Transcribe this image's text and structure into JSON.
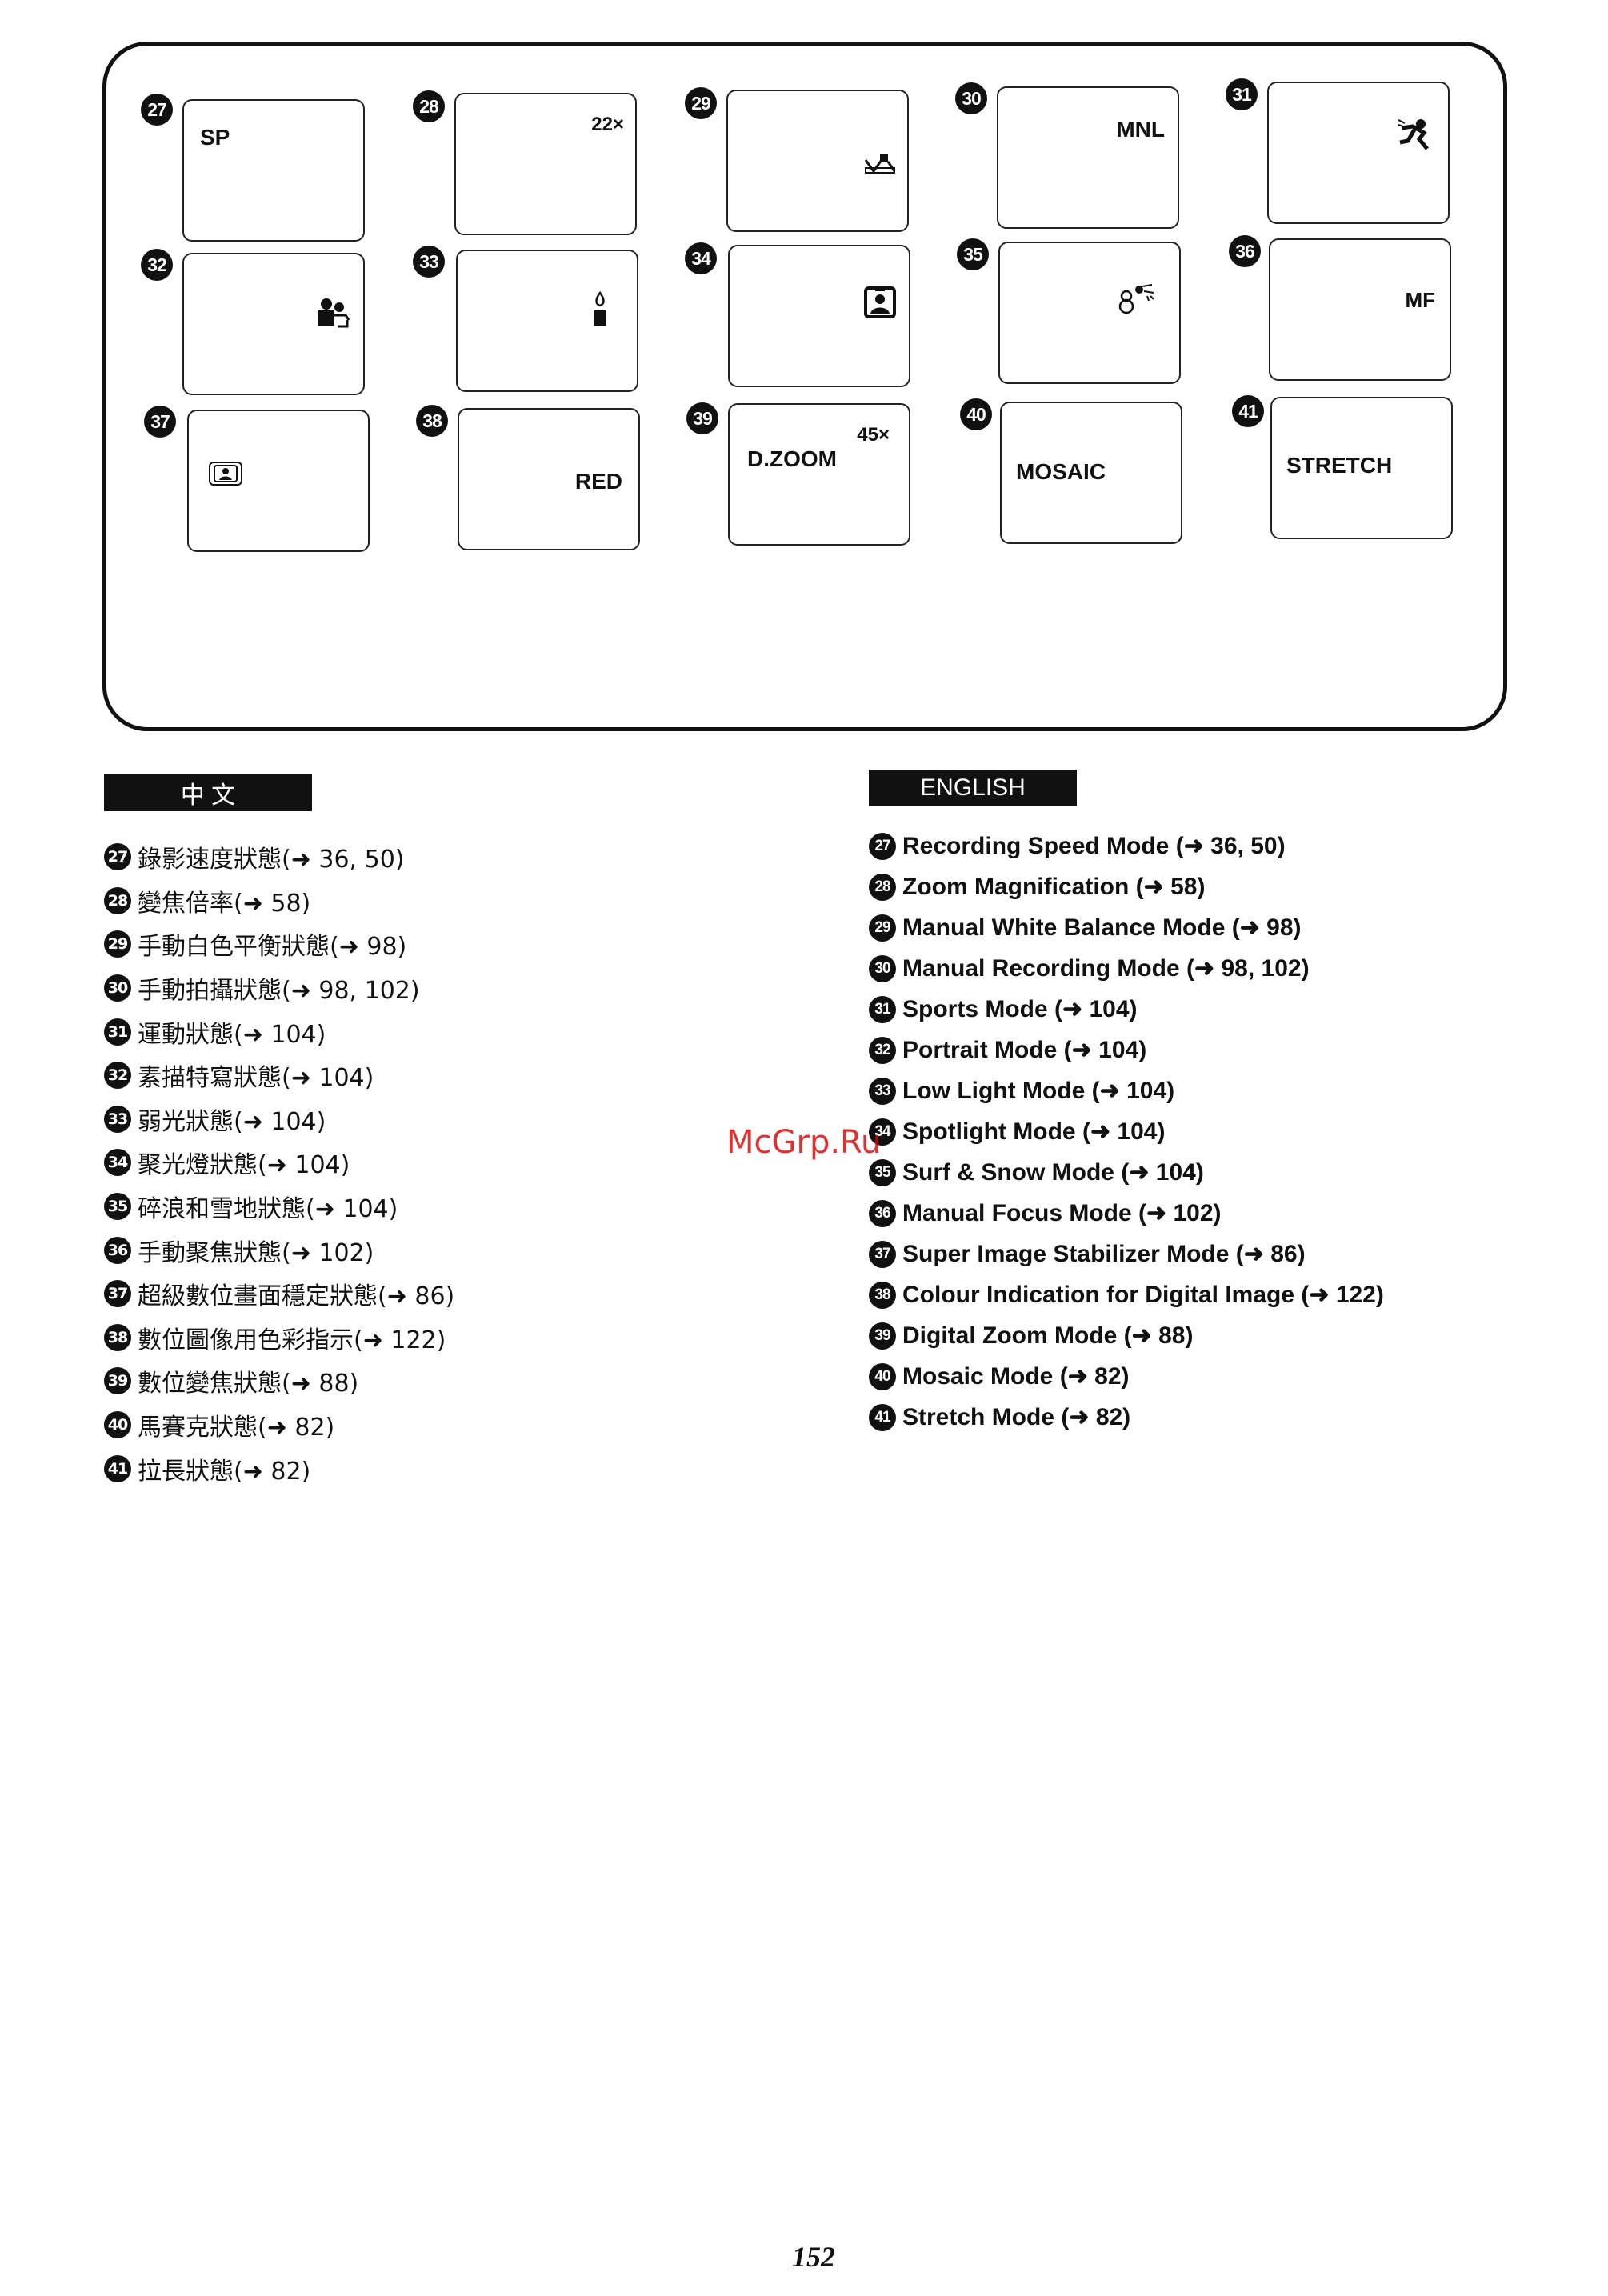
{
  "displays": [
    {
      "num": "27",
      "label": "SP",
      "icon": ""
    },
    {
      "num": "28",
      "label": "22×",
      "icon": ""
    },
    {
      "num": "29",
      "label": "",
      "icon": "white-balance-icon"
    },
    {
      "num": "30",
      "label": "MNL",
      "icon": ""
    },
    {
      "num": "31",
      "label": "",
      "icon": "sports-runner-icon"
    },
    {
      "num": "32",
      "label": "",
      "icon": "portrait-icon"
    },
    {
      "num": "33",
      "label": "",
      "icon": "candle-icon"
    },
    {
      "num": "34",
      "label": "",
      "icon": "spotlight-icon"
    },
    {
      "num": "35",
      "label": "",
      "icon": "surf-snow-icon"
    },
    {
      "num": "36",
      "label": "MF",
      "icon": ""
    },
    {
      "num": "37",
      "label": "",
      "icon": "stabilizer-icon"
    },
    {
      "num": "38",
      "label": "RED",
      "icon": ""
    },
    {
      "num": "39",
      "label": "D.ZOOM",
      "label2": "45×",
      "icon": ""
    },
    {
      "num": "40",
      "label": "MOSAIC",
      "icon": ""
    },
    {
      "num": "41",
      "label": "STRETCH",
      "icon": ""
    }
  ],
  "chinese": {
    "header": "中 文",
    "items": [
      {
        "num": "27",
        "text": "錄影速度狀態(➜ 36, 50)"
      },
      {
        "num": "28",
        "text": "變焦倍率(➜ 58)"
      },
      {
        "num": "29",
        "text": "手動白色平衡狀態(➜ 98)"
      },
      {
        "num": "30",
        "text": "手動拍攝狀態(➜ 98, 102)"
      },
      {
        "num": "31",
        "text": "運動狀態(➜ 104)"
      },
      {
        "num": "32",
        "text": "素描特寫狀態(➜ 104)"
      },
      {
        "num": "33",
        "text": "弱光狀態(➜ 104)"
      },
      {
        "num": "34",
        "text": "聚光燈狀態(➜ 104)"
      },
      {
        "num": "35",
        "text": "碎浪和雪地狀態(➜ 104)"
      },
      {
        "num": "36",
        "text": "手動聚焦狀態(➜ 102)"
      },
      {
        "num": "37",
        "text": "超級數位畫面穩定狀態(➜ 86)"
      },
      {
        "num": "38",
        "text": "數位圖像用色彩指示(➜ 122)"
      },
      {
        "num": "39",
        "text": "數位變焦狀態(➜ 88)"
      },
      {
        "num": "40",
        "text": "馬賽克狀態(➜ 82)"
      },
      {
        "num": "41",
        "text": "拉長狀態(➜ 82)"
      }
    ]
  },
  "english": {
    "header": "ENGLISH",
    "items": [
      {
        "num": "27",
        "text": "Recording Speed Mode (➜ 36, 50)"
      },
      {
        "num": "28",
        "text": "Zoom Magnification (➜ 58)"
      },
      {
        "num": "29",
        "text": "Manual White Balance Mode (➜ 98)"
      },
      {
        "num": "30",
        "text": "Manual Recording Mode (➜ 98, 102)"
      },
      {
        "num": "31",
        "text": "Sports Mode (➜ 104)"
      },
      {
        "num": "32",
        "text": "Portrait Mode (➜ 104)"
      },
      {
        "num": "33",
        "text": "Low Light Mode (➜ 104)"
      },
      {
        "num": "34",
        "text": "Spotlight Mode (➜ 104)"
      },
      {
        "num": "35",
        "text": "Surf & Snow Mode (➜ 104)"
      },
      {
        "num": "36",
        "text": "Manual Focus Mode (➜ 102)"
      },
      {
        "num": "37",
        "text": "Super Image Stabilizer Mode (➜ 86)"
      },
      {
        "num": "38",
        "text": "Colour Indication for Digital Image (➜ 122)"
      },
      {
        "num": "39",
        "text": "Digital Zoom Mode (➜ 88)"
      },
      {
        "num": "40",
        "text": "Mosaic Mode (➜ 82)"
      },
      {
        "num": "41",
        "text": "Stretch Mode (➜ 82)"
      }
    ]
  },
  "watermark": "McGrp.Ru",
  "page_number": "152"
}
